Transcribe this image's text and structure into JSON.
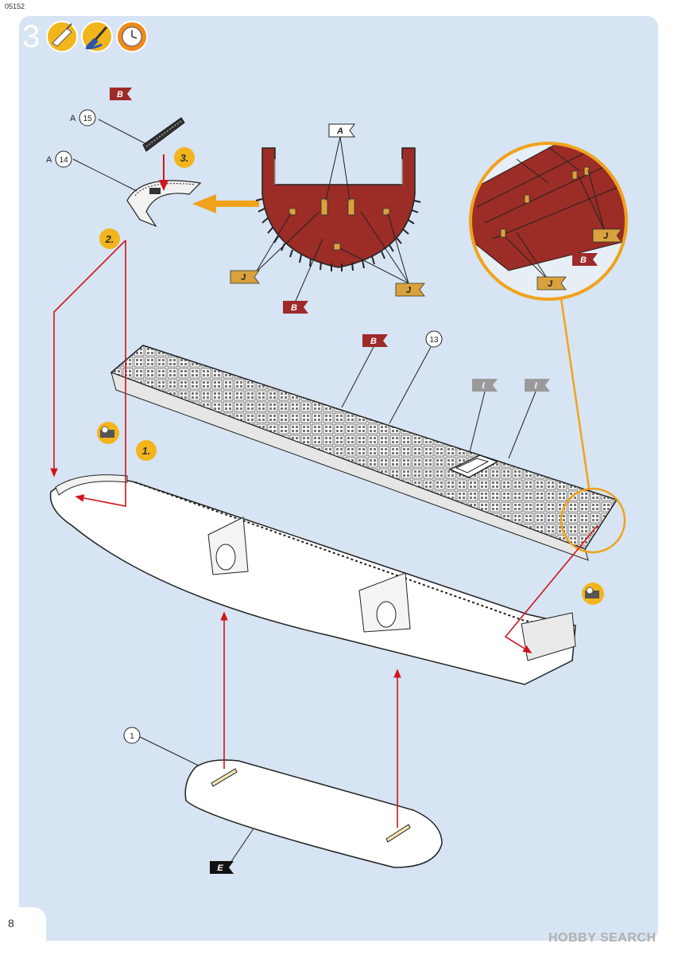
{
  "header": {
    "code": "05152",
    "step": "3"
  },
  "footer": {
    "page": "8",
    "watermark": "HOBBY SEARCH"
  },
  "icons": [
    "glue-icon",
    "paint-brush-icon",
    "clock-icon"
  ],
  "parts": {
    "p15": {
      "prefix": "A",
      "num": "15"
    },
    "p14": {
      "prefix": "A",
      "num": "14"
    },
    "p13": {
      "num": "13"
    },
    "p1": {
      "num": "1"
    }
  },
  "colors": {
    "B": "#9e2a2a",
    "A": "#ffffff",
    "J": "#d9a23c",
    "I": "#9a9a9a",
    "E": "#111111",
    "hull_red": "#9b2c26",
    "arrow": "#d2131a",
    "callout": "#f0a21c"
  },
  "flags": {
    "b_top": "B",
    "a_section": "A",
    "j_left": "J",
    "b_section": "B",
    "j_right": "J",
    "j_zoom1": "J",
    "b_zoom": "B",
    "j_zoom2": "J",
    "b_deck": "B",
    "i_deck1": "I",
    "i_deck2": "I",
    "e_stand": "E"
  },
  "steps": {
    "s1": "1.",
    "s2": "2.",
    "s3": "3."
  }
}
